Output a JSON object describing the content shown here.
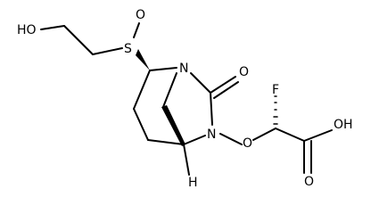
{
  "atoms": {
    "ho_left": "HO",
    "sulfur": "S",
    "sulfoxide_oxygen": "O",
    "bridge_nitrogen": "N",
    "carbonyl_oxygen": "O",
    "amide_nitrogen": "N",
    "ether_oxygen": "O",
    "fluorine": "F",
    "acid_oh": "OH",
    "acid_carbonyl_oxygen": "O",
    "bridgehead_hydrogen": "H"
  },
  "colors": {
    "bond": "#000000",
    "background": "#ffffff"
  }
}
